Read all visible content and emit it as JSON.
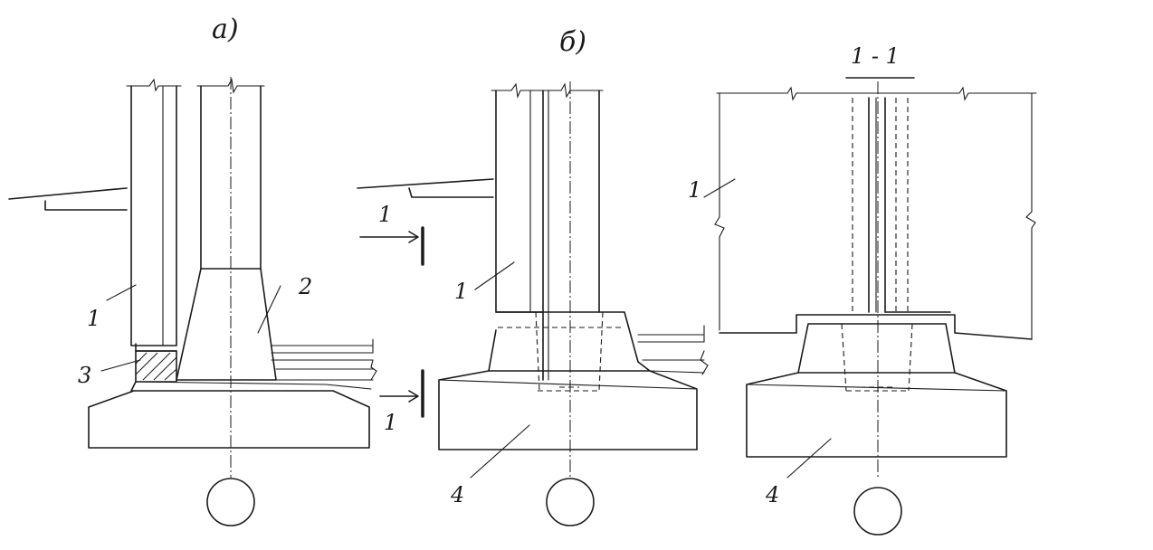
{
  "panels": {
    "a": {
      "title": "а)",
      "labels": {
        "wall": "1",
        "column": "2",
        "grout": "3"
      }
    },
    "b": {
      "title": "б)",
      "labels": {
        "wall": "1",
        "footing": "4",
        "cut_top": "1",
        "cut_bottom": "1"
      }
    },
    "c": {
      "title": "1 - 1",
      "labels": {
        "wall": "1",
        "footing": "4"
      }
    }
  }
}
